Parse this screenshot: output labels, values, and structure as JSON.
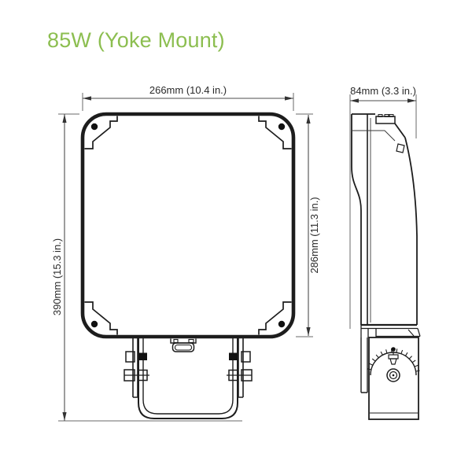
{
  "title": "85W (Yoke Mount)",
  "colors": {
    "accent_green": "#8cbe50",
    "drawing_line": "#1d1d1d",
    "dimension_line": "#4d4d4d",
    "background": "#ffffff"
  },
  "drawing": {
    "front_view": {
      "dimensions": {
        "width": "266mm (10.4 in.)",
        "housing_height": "286mm (11.3 in.)",
        "overall_height": "390mm (15.3 in.)"
      }
    },
    "side_view": {
      "dimensions": {
        "depth": "84mm (3.3 in.)"
      }
    }
  }
}
